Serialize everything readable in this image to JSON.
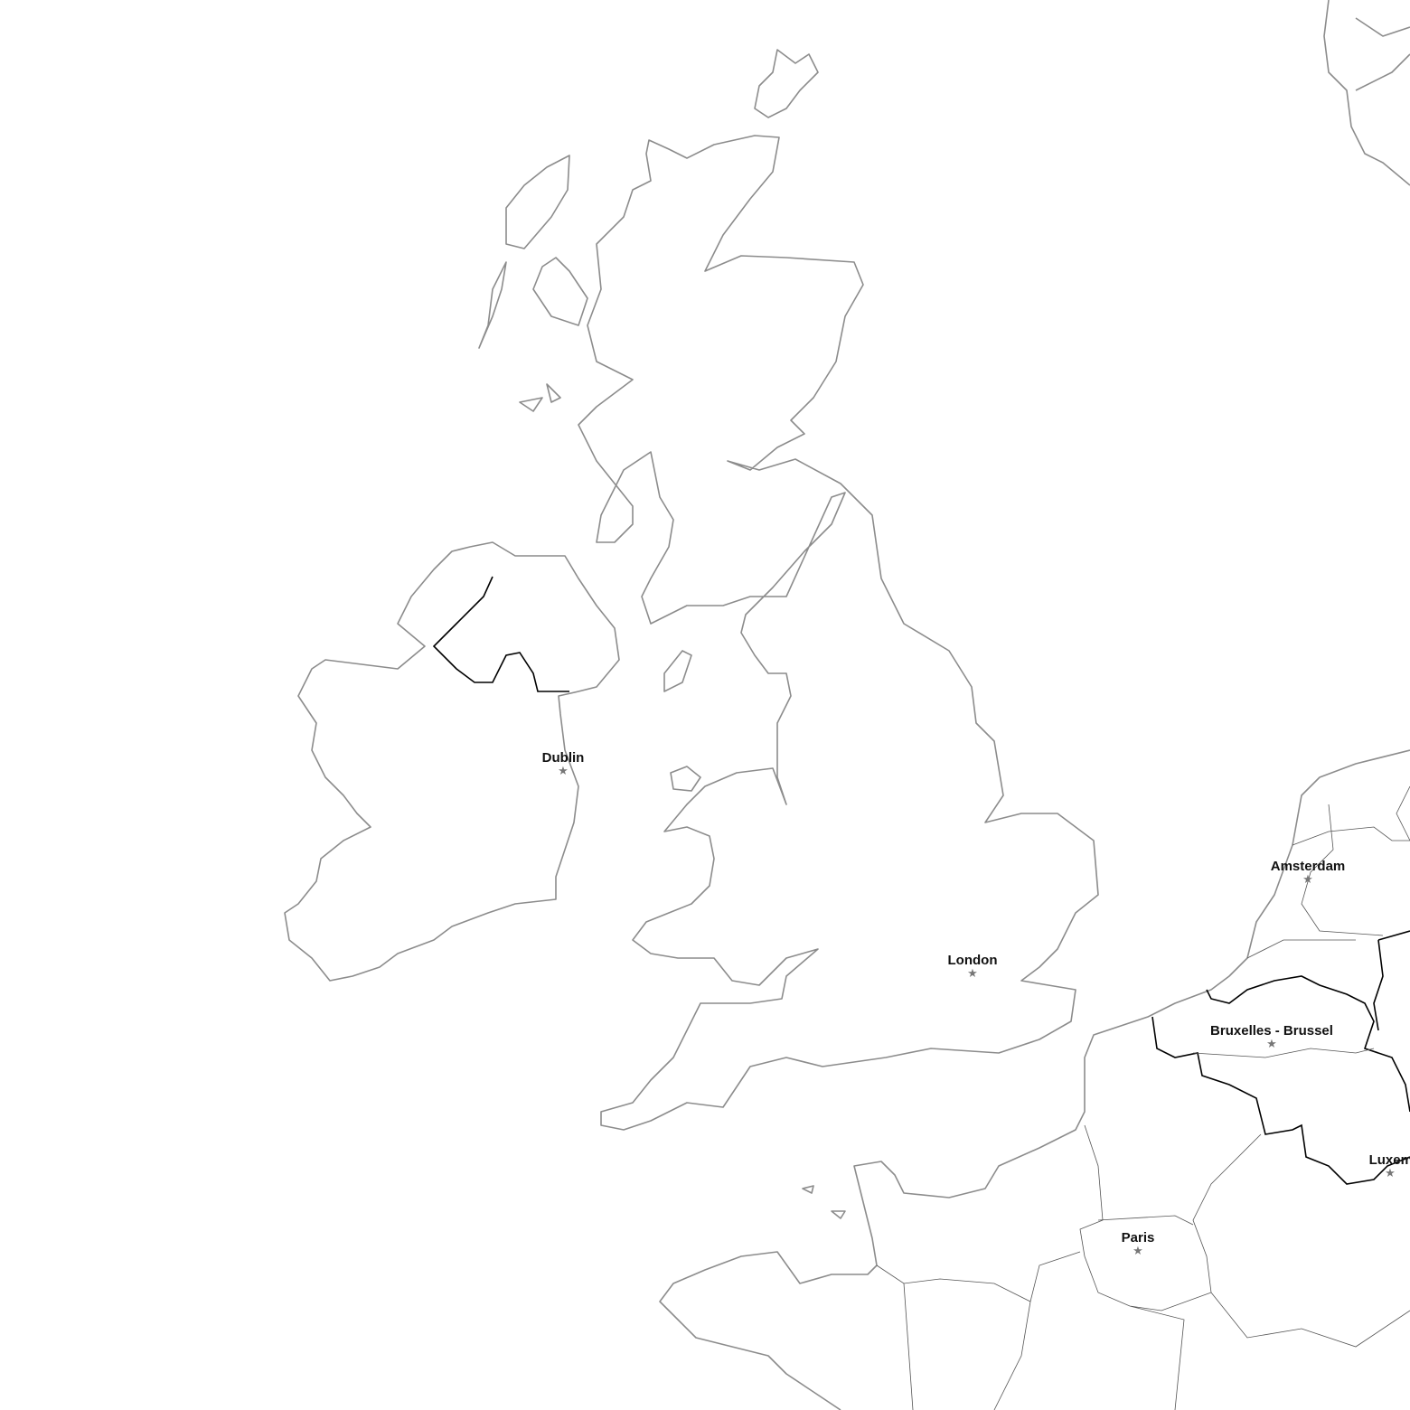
{
  "map": {
    "cities": [
      {
        "name": "Dublin",
        "marker": "star-icon"
      },
      {
        "name": "London",
        "marker": "star-icon"
      },
      {
        "name": "Amsterdam",
        "marker": "star-icon"
      },
      {
        "name": "Bruxelles - Brussel",
        "marker": "star-icon"
      },
      {
        "name": "Luxembourg",
        "marker": "star-icon"
      },
      {
        "name": "Paris",
        "marker": "star-icon"
      }
    ],
    "colors": {
      "coastline": "#8c8c8c",
      "country_border": "#000000",
      "admin_border": "#555555",
      "marker": "#777777"
    }
  }
}
